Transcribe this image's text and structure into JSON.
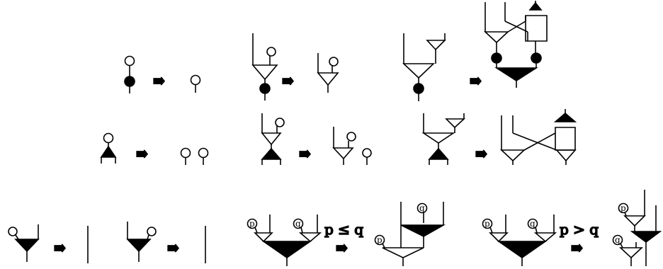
{
  "rows": [
    {
      "rules": [
        {
          "id": "r1a",
          "arrow": "⇛"
        },
        {
          "id": "r1b",
          "arrow": "⇛"
        },
        {
          "id": "r1c",
          "arrow": "⇛"
        }
      ]
    },
    {
      "rules": [
        {
          "id": "r2a",
          "arrow": "⇛"
        },
        {
          "id": "r2b",
          "arrow": "⇛"
        },
        {
          "id": "r2c",
          "arrow": "⇛"
        }
      ]
    },
    {
      "rules": [
        {
          "id": "r3a",
          "arrow": "⇛"
        },
        {
          "id": "r3b",
          "arrow": "⇛"
        },
        {
          "id": "r3c",
          "arrow": "⇛",
          "condition": "p ≤ q",
          "left_label": "p",
          "right_label": "q"
        },
        {
          "id": "r3d",
          "arrow": "⇛",
          "condition": "p > q",
          "left_label": "p",
          "right_label": "q"
        }
      ]
    }
  ]
}
